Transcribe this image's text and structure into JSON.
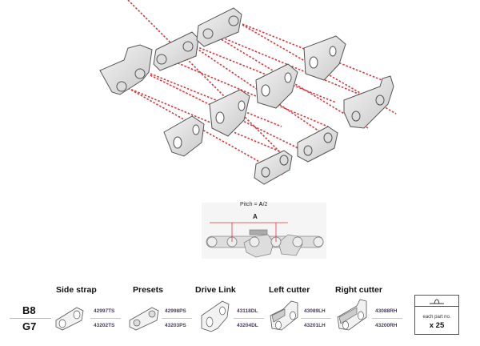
{
  "diagram": {
    "title": "Chainsaw chain components exploded view",
    "pitch_formula": {
      "prefix": "Pitch = ",
      "bold": "A",
      "suffix": "/2"
    },
    "pitch_dimension_label": "A",
    "columns": [
      {
        "name": "Side strap",
        "parts": [
          "42997TS",
          "43202TS"
        ]
      },
      {
        "name": "Presets",
        "parts": [
          "42998PS",
          "43203PS"
        ]
      },
      {
        "name": "Drive Link",
        "parts": [
          "43118DL",
          "43204DL"
        ]
      },
      {
        "name": "Left cutter",
        "parts": [
          "43089LH",
          "43201LH"
        ]
      },
      {
        "name": "Right cutter",
        "parts": [
          "43088RH",
          "43200RH"
        ]
      }
    ],
    "grades": [
      "B8",
      "G7"
    ],
    "pack": {
      "line1": "each part no.",
      "line2": "x 25"
    },
    "colors": {
      "dash": "#e0343a",
      "part_fill": "#e6e6e6",
      "part_stroke": "#555555",
      "part_number": "#4a3a5c"
    }
  }
}
